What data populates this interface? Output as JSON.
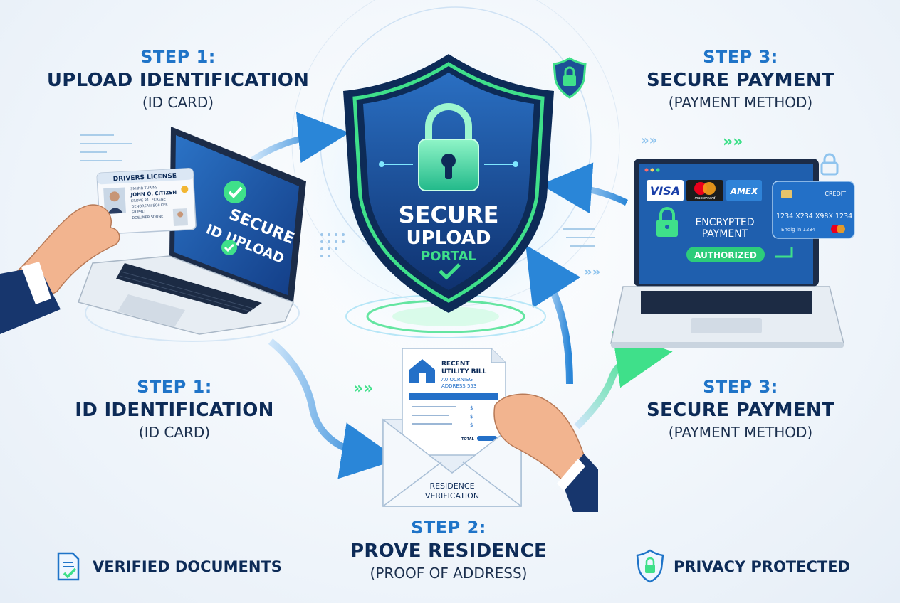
{
  "step1_top": {
    "step": "STEP 1:",
    "title": "UPLOAD IDENTIFICATION",
    "subtitle": "(ID CARD)"
  },
  "step3_top": {
    "step": "STEP 3:",
    "title": "SECURE PAYMENT",
    "subtitle": "(PAYMENT METHOD)"
  },
  "step1_bottom": {
    "step": "STEP 1:",
    "title": "ID IDENTIFICATION",
    "subtitle": "(ID CARD)"
  },
  "step3_bottom": {
    "step": "STEP 3:",
    "title": "SECURE PAYMENT",
    "subtitle": "(PAYMENT METHOD)"
  },
  "step2": {
    "step": "STEP 2:",
    "title": "PROVE RESIDENCE",
    "subtitle": "(PROOF OF ADDRESS)"
  },
  "shield": {
    "line1": "SECURE",
    "line2": "UPLOAD",
    "line3": "PORTAL"
  },
  "id_upload": {
    "screen_line1": "SECURE",
    "screen_line2": "ID UPLOAD",
    "card_header": "DRIVERS LICENSE",
    "card_line1": "SNHNR TURINS",
    "card_name": "JOHN Q. CITIZEN",
    "card_line3": "EROVE R1: ECRENE",
    "card_line4": "DENOREAN SOILKER",
    "card_line5": "SRIPRLT",
    "card_line6": "DDEUNER SDUNE"
  },
  "payment": {
    "visa": "VISA",
    "mastercard": "mastercard",
    "amex": "AMEX",
    "encrypted_line1": "ENCRYPTED",
    "encrypted_line2": "PAYMENT",
    "authorized": "AUTHORIZED",
    "card_label": "CREDIT",
    "card_number": "1234 X234 X98X 1234",
    "card_holder": "Endig in 1234"
  },
  "residence": {
    "bill_line1": "RECENT",
    "bill_line2": "UTILITY BILL",
    "bill_line3": "A0 OCRNISG",
    "bill_line4": "ADDRESS 553",
    "total": "TOTAL",
    "envelope_line1": "RESIDENCE",
    "envelope_line2": "VERIFICATION"
  },
  "footer": {
    "left": "VERIFIED DOCUMENTS",
    "right": "PRIVACY PROTECTED"
  },
  "colors": {
    "navy": "#0d2b57",
    "blue": "#1f74c8",
    "green": "#3fe08a",
    "shield": "#1d4f96"
  }
}
